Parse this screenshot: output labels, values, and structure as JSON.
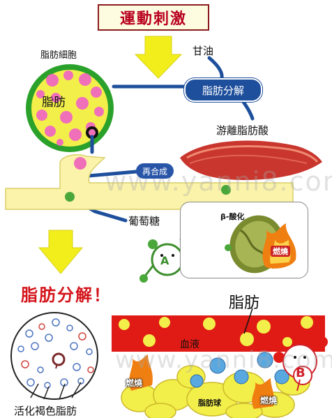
{
  "title": "運動刺激",
  "labels": {
    "fat_cell": "脂肪細胞",
    "fat_in_cell": "脂肪",
    "glycerol": "甘油",
    "lipolysis_pill": "脂肪分解",
    "free_fatty_acid": "游離脂肪酸",
    "recombine": "再合成",
    "glucose": "葡萄糖",
    "beta_oxidation": "β-酸化",
    "burning": "燃燒",
    "lipolysis_heading": "脂肪分解！",
    "fat": "脂肪",
    "blood": "血液",
    "brown_fat": "活化褐色脂肪",
    "fat_ball": "脂肪球",
    "mascot_a": "A",
    "mascot_b": "B"
  },
  "watermark": {
    "top": "www.yanni8.com",
    "bottom": "www.yanni8.com"
  },
  "colors": {
    "title_text": "#b8001f",
    "arrow": "#f2ee1c",
    "cell_ring": "#2a9a2a",
    "cell_fill": "#f3ef4a",
    "fat_droplet": "#f06fb9",
    "vessel": "#fbf3a9",
    "pill": "#1e4f9c",
    "blood": "#e01a14",
    "heading_red": "#d4141b"
  }
}
